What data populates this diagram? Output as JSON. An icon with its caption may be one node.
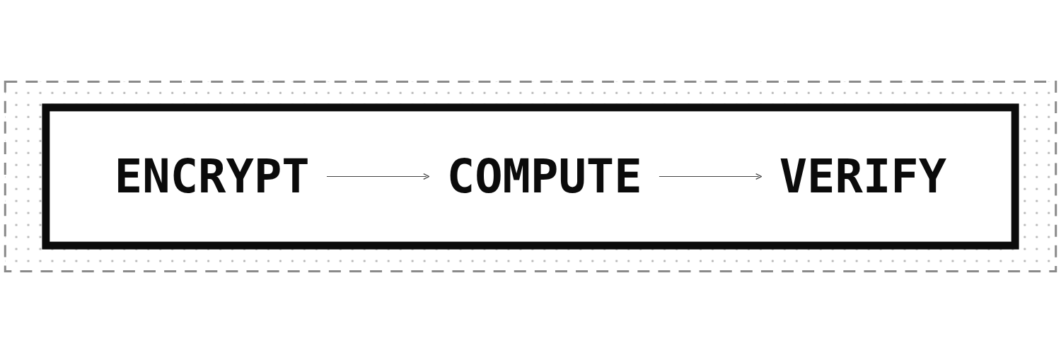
{
  "diagram": {
    "nodes": [
      {
        "text": [],
        "shape": "box"
      },
      {
        "text": [],
        "shape": "box",
        "in": 0
      },
      {
        "text": [
          "ENCRYPT"
        ],
        "in": 1
      },
      {
        "text": [
          "COMPUTE"
        ],
        "in": 1
      },
      {
        "text": [
          "VERIFY"
        ],
        "in": 1
      }
    ],
    "edges": [
      {
        "from": 2,
        "to": 3,
        "arrow": "to"
      },
      {
        "from": 3,
        "to": 4,
        "arrow": "to"
      }
    ]
  }
}
